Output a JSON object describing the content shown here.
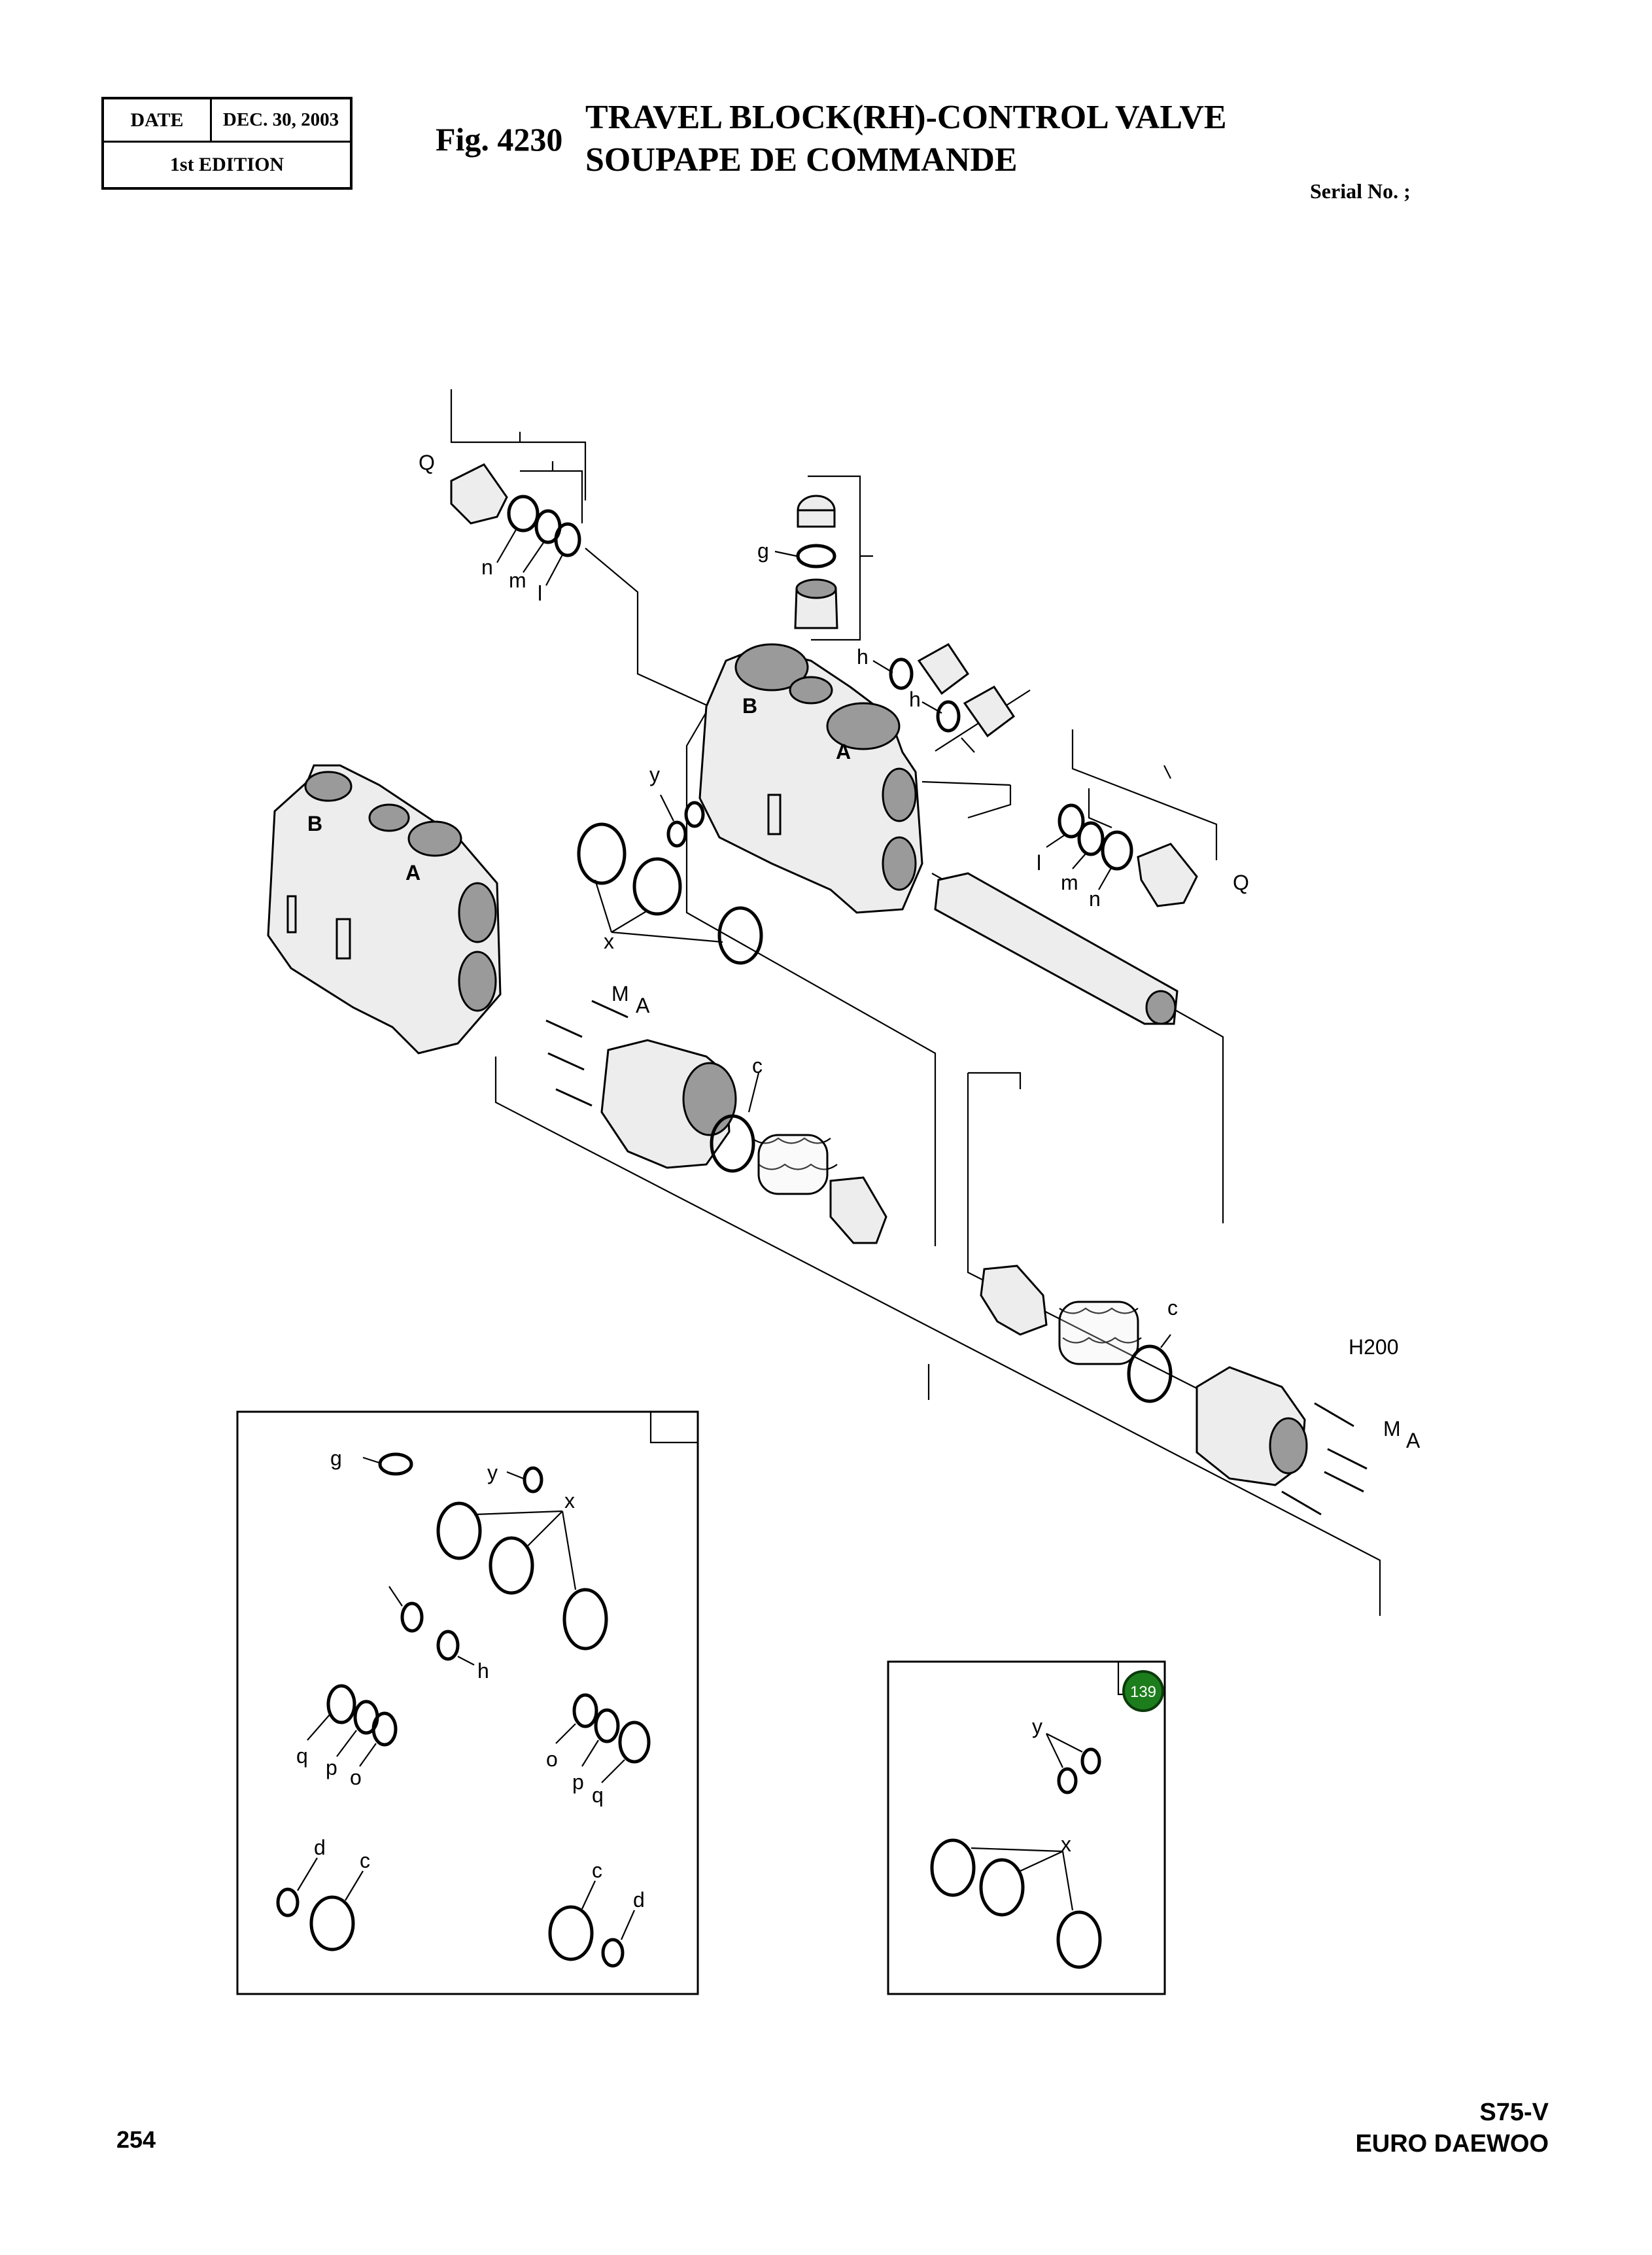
{
  "header": {
    "date_label": "DATE",
    "date_value": "DEC. 30, 2003",
    "edition": "1st EDITION",
    "fig_number": "Fig. 4230",
    "title_en": "TRAVEL BLOCK(RH)-CONTROL VALVE",
    "title_fr": "SOUPAPE DE COMMANDE",
    "serial": "Serial No. ;"
  },
  "callouts": {
    "Q": "Q",
    "n": "n",
    "m": "m",
    "l": "l",
    "g": "g",
    "h": "h",
    "y": "y",
    "x": "x",
    "B": "B",
    "A": "A",
    "M": "M",
    "c": "c",
    "H200": "H200",
    "p": "p",
    "q": "q",
    "o": "o",
    "d": "d"
  },
  "marker": {
    "number": "139",
    "color": "#1c7d1c"
  },
  "footer": {
    "page_number": "254",
    "model": "S75-V",
    "brand": "EURO DAEWOO"
  }
}
